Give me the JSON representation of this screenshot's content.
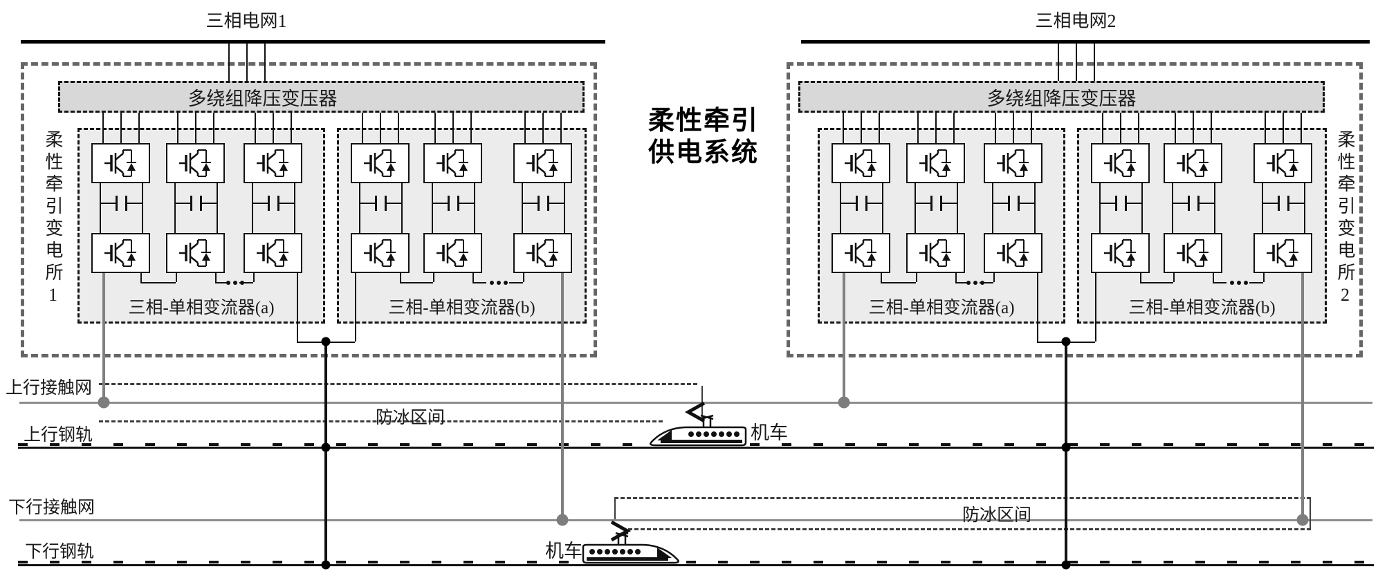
{
  "diagram_title": {
    "line1": "柔性牵引",
    "line2": "供电系统"
  },
  "grids": [
    {
      "label": "三相电网1"
    },
    {
      "label": "三相电网2"
    }
  ],
  "substations": [
    {
      "vertical_label": "柔性牵引变电所1",
      "transformer_label": "多绕组降压变压器",
      "converter_a_label": "三相-单相变流器(a)",
      "converter_b_label": "三相-单相变流器(b)"
    },
    {
      "vertical_label": "柔性牵引变电所2",
      "transformer_label": "多绕组降压变压器",
      "converter_a_label": "三相-单相变流器(a)",
      "converter_b_label": "三相-单相变流器(b)"
    }
  ],
  "rail_lines": {
    "up_catenary": "上行接触网",
    "up_rail": "上行钢轨",
    "down_catenary": "下行接触网",
    "down_rail": "下行钢轨"
  },
  "anti_icing_sections": [
    {
      "label": "防冰区间",
      "track": "up"
    },
    {
      "label": "防冰区间",
      "track": "down"
    }
  ],
  "locomotives": [
    {
      "label": "机车",
      "direction": "left",
      "track": "up"
    },
    {
      "label": "机车",
      "direction": "right",
      "track": "down"
    }
  ],
  "icons": {
    "converter_switch": "igbt-with-diode-icon",
    "dc_link": "capacitor-icon",
    "train": "high-speed-train-icon",
    "up_section_arrow": "chevron-left-icon",
    "down_section_arrow": "chevron-right-icon"
  },
  "colors": {
    "feed_line_gray": "#808080",
    "catenary_gray": "#8c8c8c",
    "wire_black": "#111111",
    "outer_box_dash": "#666666",
    "panel_fill": "#ececec",
    "transformer_fill": "#d8d8d8"
  }
}
